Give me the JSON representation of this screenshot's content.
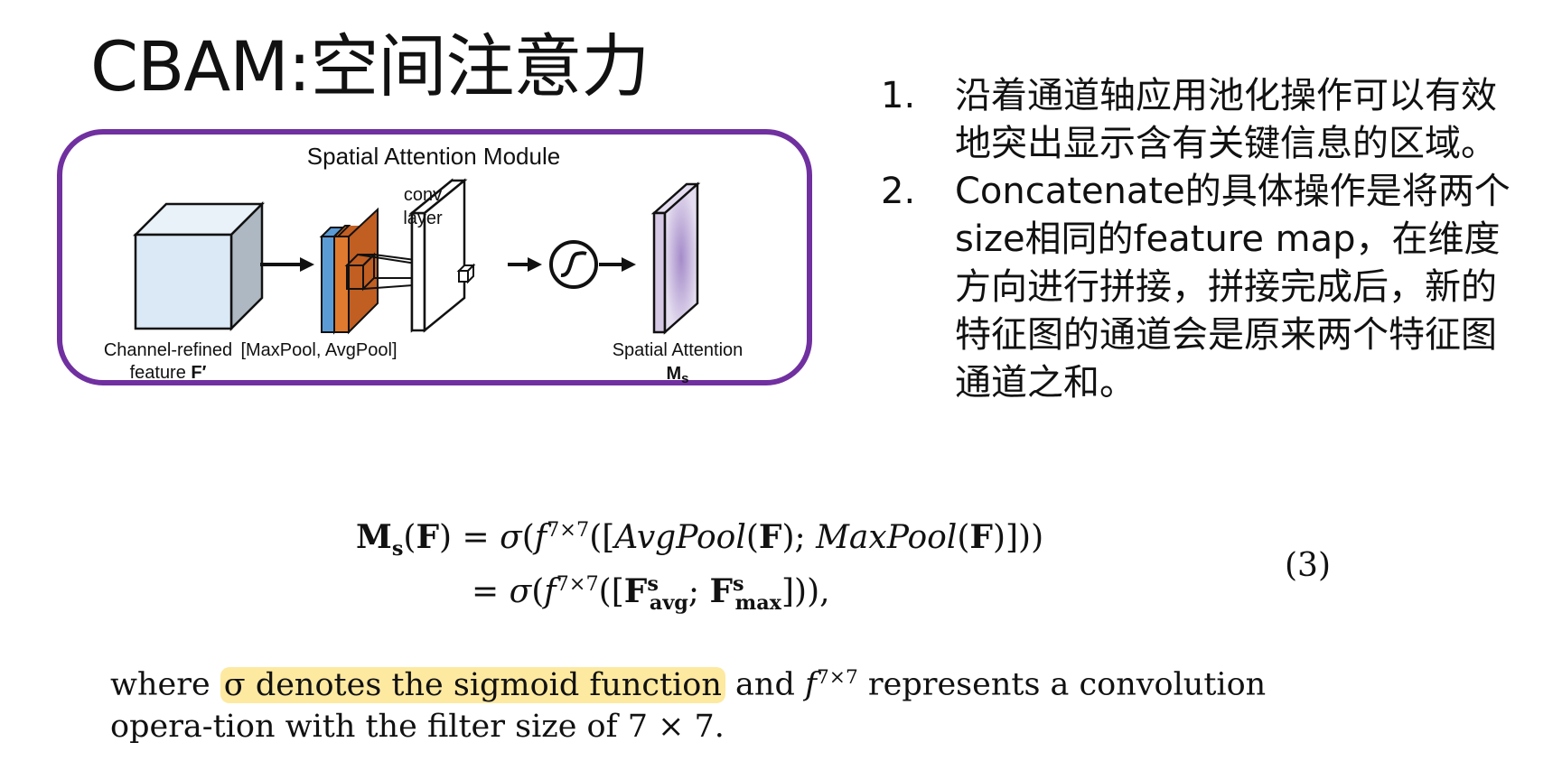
{
  "slide": {
    "title": "CBAM:空间注意力"
  },
  "diagram": {
    "module_title": "Spatial Attention Module",
    "conv_label_line1": "conv",
    "conv_label_line2": "layer",
    "input_label_line1": "Channel-refined",
    "input_label_line2": "feature",
    "input_symbol": "F′",
    "pool_label": "[MaxPool, AvgPool]",
    "output_label": "Spatial Attention",
    "output_symbol": "M",
    "output_symbol_sub": "s",
    "colors": {
      "frame": "#7030a0",
      "cube_front": "#dbe9f6",
      "cube_side": "#aeb8c2",
      "maxpool": "#5b9bd5",
      "avgpool": "#e07a2e",
      "attention": "#c6b7d9"
    }
  },
  "notes": [
    {
      "number": "1.",
      "text": "沿着通道轴应用池化操作可以有效地突出显示含有关键信息的区域。"
    },
    {
      "number": "2.",
      "text": "Concatenate的具体操作是将两个size相同的feature map，在维度方向进行拼接，拼接完成后，新的特征图的通道会是原来两个特征图通道之和。"
    }
  ],
  "equation": {
    "number": "(3)"
  },
  "caption": {
    "part1": "where ",
    "highlight": "σ denotes the sigmoid function",
    "part2": " and ",
    "f": "f",
    "f_sup": "7×7",
    "part3": " represents a convolution opera-tion with the filter size of 7 × 7."
  }
}
